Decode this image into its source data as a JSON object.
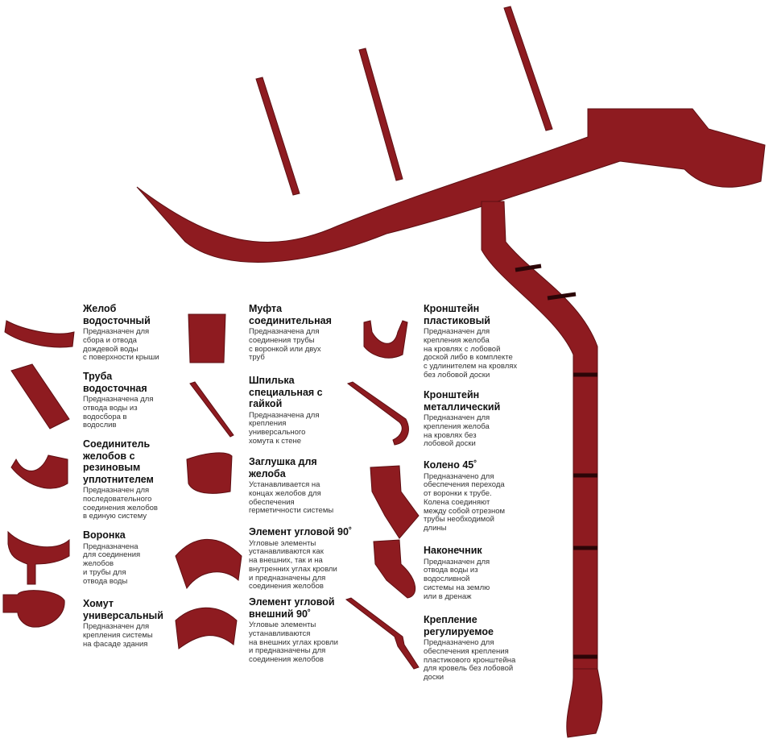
{
  "colors": {
    "product": "#8e1b20",
    "dark": "#5e0f13",
    "highlight": "#b8383c"
  },
  "items": [
    {
      "title": "Желоб\nводосточный",
      "desc": "Предназначен для\nсбора и отвода\nдождевой воды\nс поверхности крыши"
    },
    {
      "title": "Труба\nводосточная",
      "desc": "Предназначена для\nотвода воды из\nводосбора в\nводослив"
    },
    {
      "title": "Соединитель\nжелобов с\nрезиновым\nуплотнителем",
      "desc": "Предназначен для\nпоследовательного\nсоединения желобов\nв единую систему"
    },
    {
      "title": "Воронка",
      "desc": "Предназначена\nдля соединения\nжелобов\nи трубы для\nотвода воды"
    },
    {
      "title": "Хомут\nуниверсальный",
      "desc": "Предназначен для\nкрепления системы\nна фасаде здания"
    },
    {
      "title": "Муфта\nсоединительная",
      "desc": "Предназначена для\nсоединения трубы\nс воронкой или двух\nтруб"
    },
    {
      "title": "Шпилька\nспециальная с\nгайкой",
      "desc": "Предназначена для\nкрепления\nуниверсального\nхомута к стене"
    },
    {
      "title": "Заглушка для\nжелоба",
      "desc": "Устанавливается на\nконцах желобов для\nобеспечения\nгерметичности системы"
    },
    {
      "title": "Элемент угловой 90˚",
      "desc": "Угловые элементы\nустанавливаются как\nна внешних, так и на\nвнутренних углах кровли\nи предназначены для\nсоединения желобов"
    },
    {
      "title": "Элемент угловой\nвнешний 90˚",
      "desc": "Угловые элементы\nустанавливаются\nна внешних углах кровли\nи предназначены для\nсоединения желобов"
    },
    {
      "title": "Кронштейн\nпластиковый",
      "desc": "Предназначен для\nкрепления желоба\nна кровлях с лобовой\nдоской либо в комплекте\nс удлинителем на кровлях\nбез лобовой доски"
    },
    {
      "title": "Кронштейн\nметаллический",
      "desc": "Предназначен для\nкрепления желоба\nна кровлях без\nлобовой доски"
    },
    {
      "title": "Колено 45˚",
      "desc": "Предназначено для\nобеспечения перехода\nот воронки к трубе.\nКолена соединяют\nмежду собой отрезном\nтрубы необходимой\nдлины"
    },
    {
      "title": "Наконечник",
      "desc": "Предназначен для\nотвода воды из\nводосливной\nсистемы на землю\nили в дренаж"
    },
    {
      "title": "Крепление\nрегулируемое",
      "desc": "Предназначено для\nобеспечения крепления\nпластикового кронштейна\nдля кровель без лобовой\nдоски"
    }
  ]
}
